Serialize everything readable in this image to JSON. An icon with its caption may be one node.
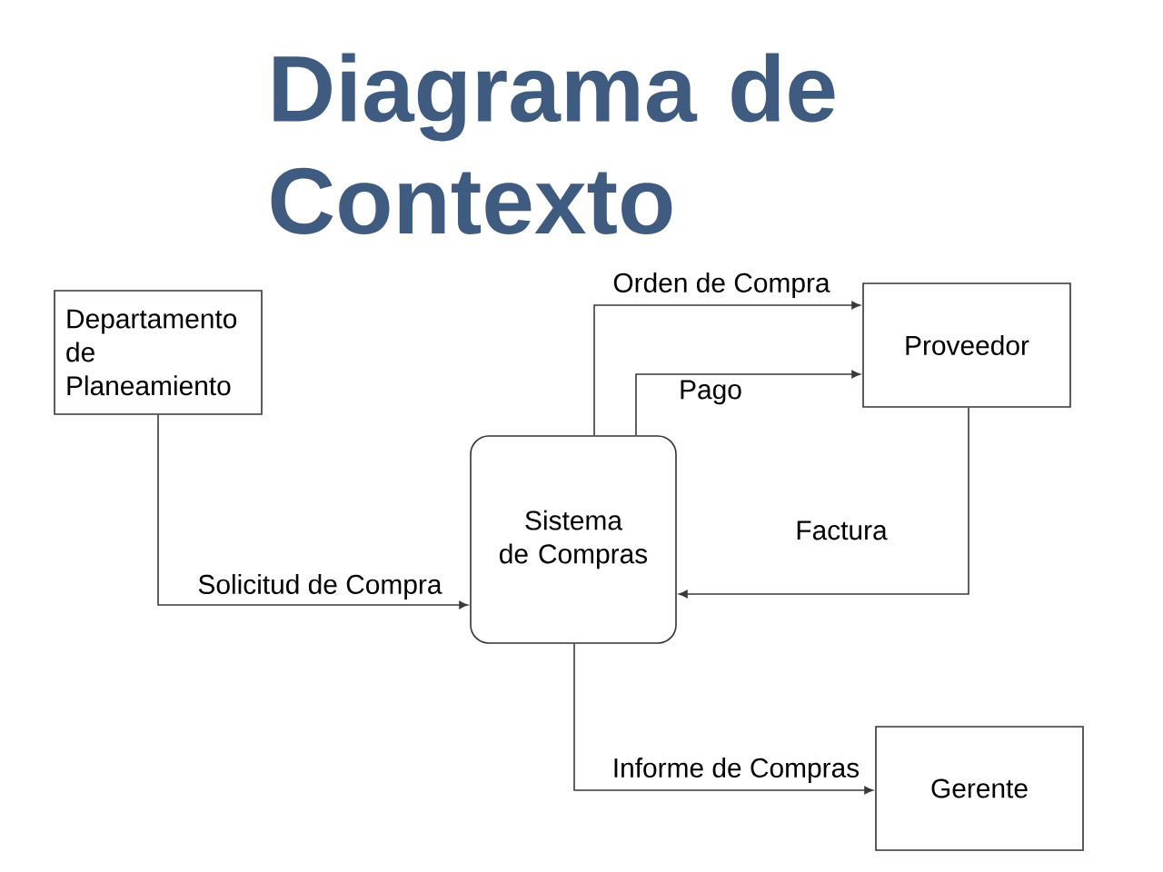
{
  "diagram": {
    "title": "Diagrama de Contexto",
    "nodes": [
      {
        "text": [
          "Departamento de Planeamiento"
        ]
      },
      {
        "text": [
          "Proveedor"
        ]
      },
      {
        "text": [
          "Sistema de Compras"
        ]
      },
      {
        "text": [
          "Gerente"
        ]
      }
    ],
    "edges": [
      {
        "from": 0,
        "to": 2,
        "arrow": "to",
        "label": "Solicitud de Compra"
      },
      {
        "from": 2,
        "to": 1,
        "arrow": "to",
        "label": "Orden de Compra"
      },
      {
        "from": 2,
        "to": 1,
        "arrow": "to",
        "label": "Pago"
      },
      {
        "from": 1,
        "to": 2,
        "arrow": "to",
        "label": "Factura"
      },
      {
        "from": 2,
        "to": 3,
        "arrow": "to",
        "label": "Informe de Compras"
      }
    ]
  }
}
